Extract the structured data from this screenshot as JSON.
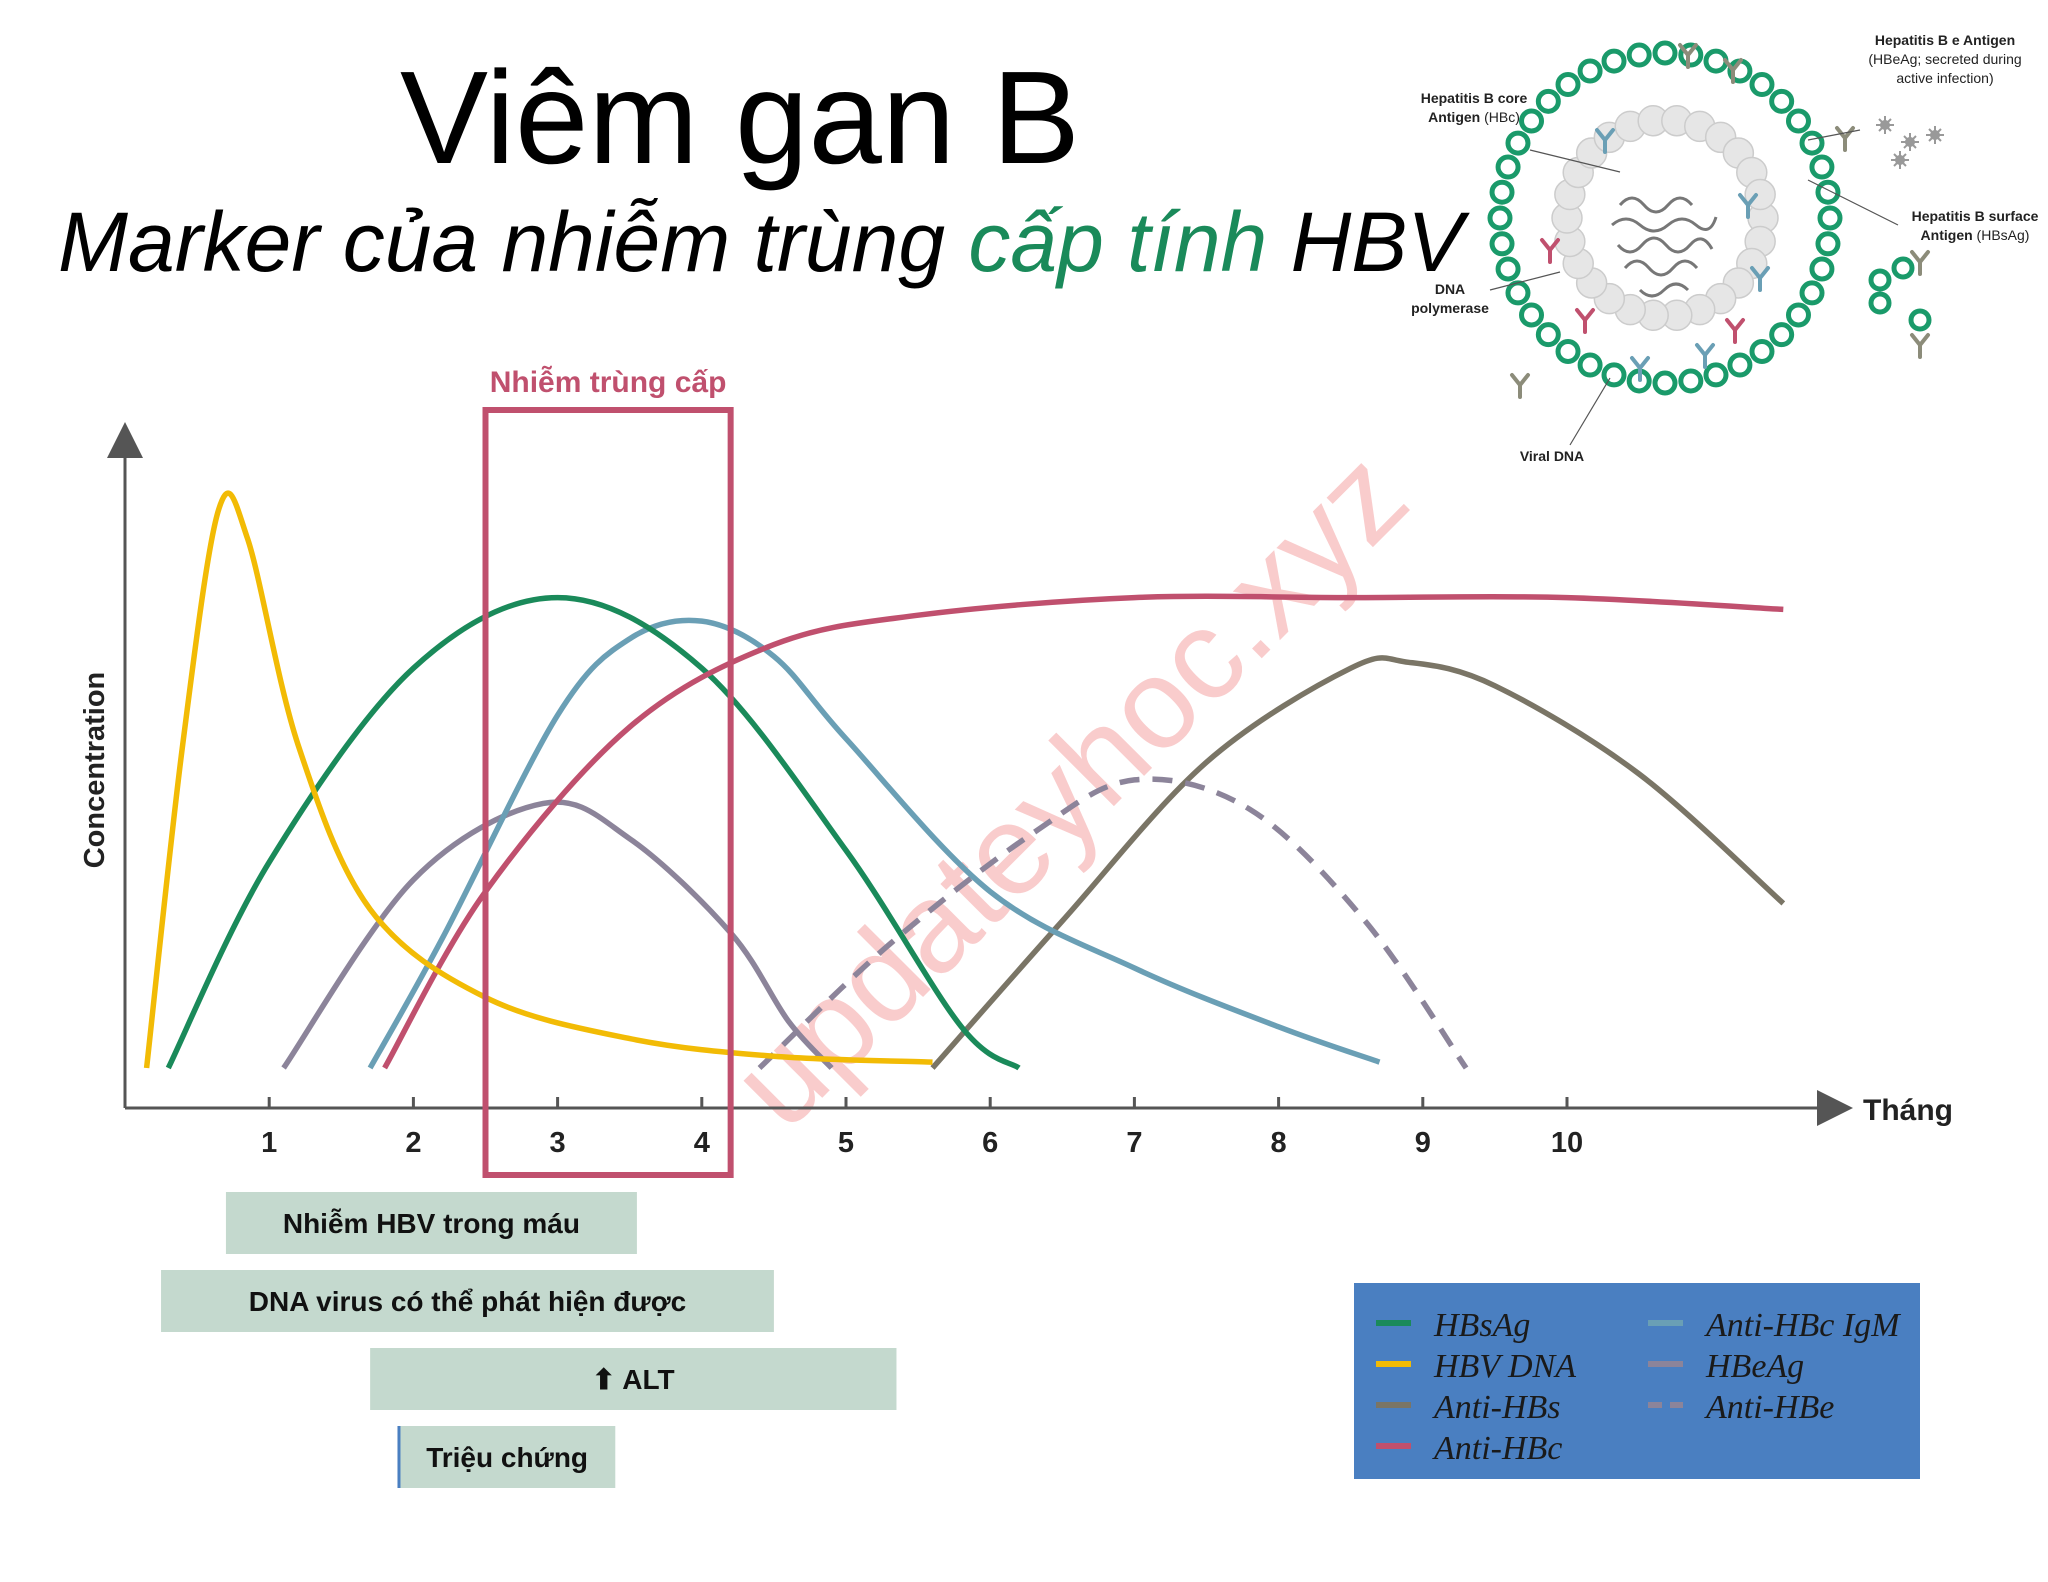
{
  "title": "Viêm gan B",
  "subtitle": {
    "part1": "Marker của nhiễm trùng ",
    "accent": "cấp tính",
    "part2": " HBV",
    "accent_color": "#1a8a5a"
  },
  "acute_box": {
    "label": "Nhiễm trùng cấp",
    "x_start": 2.5,
    "x_end": 4.2,
    "color": "#c0506e"
  },
  "timeline_bars": [
    {
      "label": "Nhiễm HBV trong máu",
      "start": 0.7,
      "end": 3.55
    },
    {
      "label": "DNA virus có thể phát hiện được",
      "start": 0.25,
      "end": 4.5
    },
    {
      "label": "⬆ ALT",
      "start": 1.7,
      "end": 5.35
    },
    {
      "label": "Triệu chứng",
      "start": 1.9,
      "end": 3.4
    }
  ],
  "virion_diagram": {
    "labels": {
      "hbeag_title": "Hepatitis B e Antigen",
      "hbeag_note_1": "(HBeAg; secreted during",
      "hbeag_note_2": "active infection)",
      "core_title_1": "Hepatitis B core",
      "core_title_2": "Antigen",
      "core_abbr": "(HBc)",
      "surface_title_1": "Hepatitis B surface",
      "surface_title_2": "Antigen",
      "surface_abbr": "(HBsAg)",
      "polymerase_1": "DNA",
      "polymerase_2": "polymerase",
      "viral_dna": "Viral DNA"
    }
  },
  "watermark": "updateyhoc.xyz",
  "chart_data": {
    "type": "line",
    "title": "",
    "xlabel": "Tháng",
    "ylabel": "Concentration",
    "xlim": [
      0,
      11.5
    ],
    "ylim": [
      0,
      1
    ],
    "x_ticks": [
      1,
      2,
      3,
      4,
      5,
      6,
      7,
      8,
      9,
      10
    ],
    "series": [
      {
        "name": "HBsAg",
        "color": "#1a8a5a",
        "dashed": false,
        "points": [
          [
            0.3,
            0
          ],
          [
            1,
            0.35
          ],
          [
            2,
            0.68
          ],
          [
            3,
            0.8
          ],
          [
            4,
            0.68
          ],
          [
            5,
            0.37
          ],
          [
            5.8,
            0.07
          ],
          [
            6.2,
            0
          ]
        ]
      },
      {
        "name": "HBV DNA",
        "color": "#f2bb05",
        "dashed": false,
        "points": [
          [
            0.15,
            0
          ],
          [
            0.4,
            0.55
          ],
          [
            0.65,
            0.95
          ],
          [
            0.85,
            0.9
          ],
          [
            1.2,
            0.55
          ],
          [
            1.7,
            0.27
          ],
          [
            2.5,
            0.12
          ],
          [
            3.5,
            0.05
          ],
          [
            4.5,
            0.02
          ],
          [
            5.6,
            0.01
          ]
        ]
      },
      {
        "name": "Anti-HBs",
        "color": "#7a7566",
        "dashed": false,
        "points": [
          [
            5.6,
            0
          ],
          [
            6.5,
            0.25
          ],
          [
            7.5,
            0.52
          ],
          [
            8.5,
            0.68
          ],
          [
            8.9,
            0.69
          ],
          [
            9.5,
            0.65
          ],
          [
            10.5,
            0.5
          ],
          [
            11.5,
            0.28
          ]
        ]
      },
      {
        "name": "Anti-HBc",
        "color": "#c0506e",
        "dashed": false,
        "points": [
          [
            1.8,
            0
          ],
          [
            2.5,
            0.3
          ],
          [
            3.5,
            0.58
          ],
          [
            4.5,
            0.72
          ],
          [
            5.5,
            0.77
          ],
          [
            7,
            0.8
          ],
          [
            8.5,
            0.8
          ],
          [
            10,
            0.8
          ],
          [
            11.5,
            0.78
          ]
        ]
      },
      {
        "name": "Anti-HBc IgM",
        "color": "#6a9fb5",
        "dashed": false,
        "points": [
          [
            1.7,
            0
          ],
          [
            2.2,
            0.22
          ],
          [
            3,
            0.6
          ],
          [
            3.5,
            0.73
          ],
          [
            4,
            0.76
          ],
          [
            4.5,
            0.7
          ],
          [
            5,
            0.56
          ],
          [
            6,
            0.3
          ],
          [
            7,
            0.17
          ],
          [
            8,
            0.07
          ],
          [
            8.7,
            0.01
          ]
        ]
      },
      {
        "name": "HBeAg",
        "color": "#8c849a",
        "dashed": false,
        "points": [
          [
            1.1,
            0
          ],
          [
            2,
            0.32
          ],
          [
            2.9,
            0.45
          ],
          [
            3.5,
            0.39
          ],
          [
            4.2,
            0.23
          ],
          [
            4.6,
            0.08
          ],
          [
            4.9,
            0
          ]
        ]
      },
      {
        "name": "Anti-HBe",
        "color": "#8c849a",
        "dashed": true,
        "points": [
          [
            4.4,
            0
          ],
          [
            5.3,
            0.21
          ],
          [
            6.3,
            0.4
          ],
          [
            7,
            0.49
          ],
          [
            7.8,
            0.44
          ],
          [
            8.6,
            0.25
          ],
          [
            9.3,
            0
          ]
        ]
      }
    ],
    "legend_position": "bottom-right",
    "legend_bg": "#4a7fc1"
  }
}
